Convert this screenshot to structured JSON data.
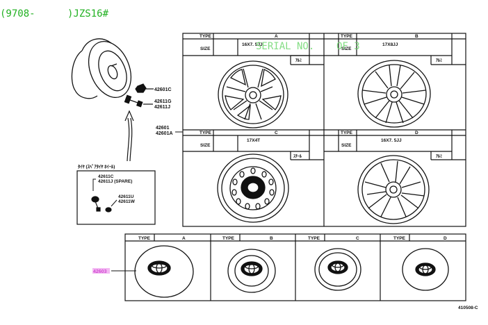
{
  "header": {
    "model_prefix": "(9708-",
    "model_code": ")JZS16#"
  },
  "watermark": {
    "serial": "SERIAL NO.",
    "of": "OF 3"
  },
  "wheel_table": {
    "type_label": "TYPE",
    "size_label": "SIZE",
    "types": [
      {
        "letter": "A",
        "size": "16X7. 5JJ",
        "material_code": "ｱﾙﾐ"
      },
      {
        "letter": "B",
        "size": "17X8JJ",
        "material_code": "ｱﾙﾐ"
      },
      {
        "letter": "C",
        "size": "17X4T",
        "material_code": "ｽﾁｰﾙ"
      },
      {
        "letter": "D",
        "size": "16X7. 5JJ",
        "material_code": "ｱﾙﾐ"
      }
    ]
  },
  "part_labels": {
    "nut": "42601C",
    "valve_1": "42611G",
    "valve_2": "42611J",
    "disc_1": "42601",
    "disc_2": "42601A",
    "spare_title": "ﾀｲﾔ (ｽﾍﾟｱﾀｲﾔ ﾎｲｰﾙ)",
    "spare_1": "42611C",
    "spare_2": "42611J (SPARE)",
    "spare_3": "42611U",
    "spare_4": "42611W",
    "ornament": "42603"
  },
  "cap_table": {
    "type_label": "TYPE",
    "letters": [
      "A",
      "B",
      "C",
      "D"
    ]
  },
  "figure_code": "410508-C"
}
